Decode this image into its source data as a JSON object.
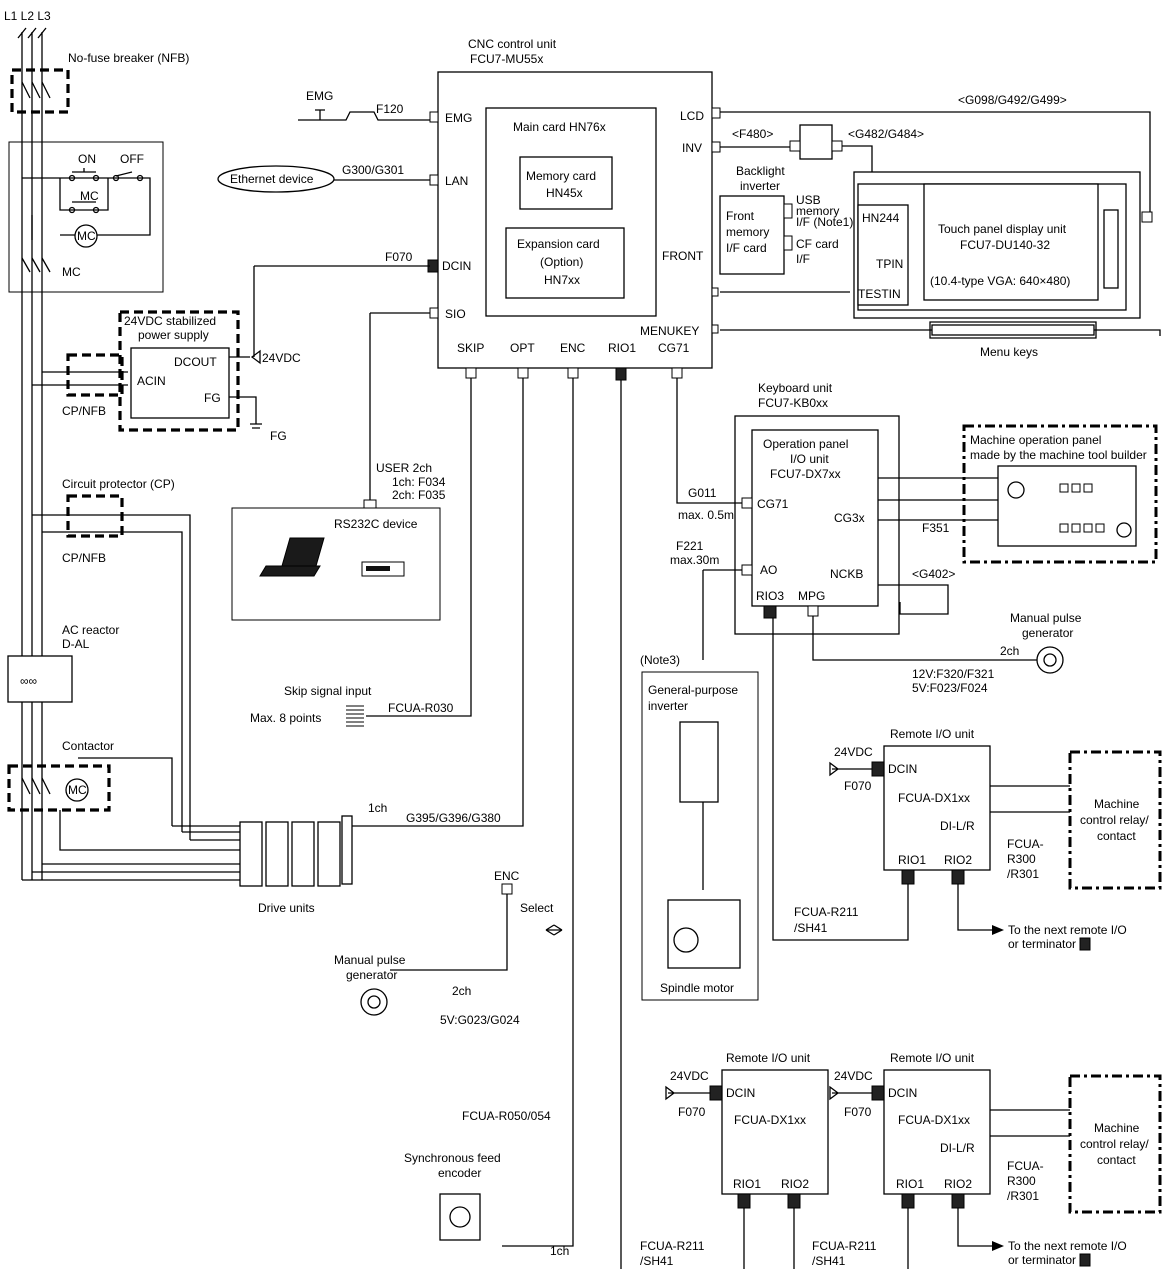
{
  "power": {
    "lines": "L1 L2 L3",
    "nfb": "No-fuse breaker (NFB)",
    "on": "ON",
    "off": "OFF",
    "mc": "MC",
    "mc_coil": "MC",
    "mc_contact": "MC",
    "psu_title1": "24VDC stabilized",
    "psu_title2": "power supply",
    "acin": "ACIN",
    "dcout": "DCOUT",
    "fg": "FG",
    "fg_ground": "FG",
    "vdc": "24VDC",
    "cpnfb1": "CP/NFB",
    "cp_title": "Circuit protector (CP)",
    "cpnfb2": "CP/NFB",
    "reactor1": "AC reactor",
    "reactor2": "D-AL",
    "contactor": "Contactor",
    "contactor_coil": "MC"
  },
  "cnc": {
    "title1": "CNC control unit",
    "title2": "FCU7-MU55x",
    "ports_left": [
      "EMG",
      "LAN",
      "DCIN",
      "SIO"
    ],
    "ports_right": [
      "LCD",
      "INV",
      "FRONT",
      "MENUKEY"
    ],
    "ports_bottom": [
      "SKIP",
      "OPT",
      "ENC",
      "RIO1",
      "CG71"
    ],
    "main_card": "Main card   HN76x",
    "mem1": "Memory card",
    "mem2": "HN45x",
    "exp1": "Expansion card",
    "exp2": "(Option)",
    "exp3": "HN7xx"
  },
  "left_devices": {
    "emg": "EMG",
    "f120": "F120",
    "ethernet": "Ethernet device",
    "g300": "G300/G301",
    "f070": "F070",
    "user": "USER   2ch",
    "user1": "1ch: F034",
    "user2": "2ch: F035",
    "rs232": "RS232C device"
  },
  "display": {
    "g098": "<G098/G492/G499>",
    "f480": "<F480>",
    "g482": "<G482/G484>",
    "backlight1": "Backlight",
    "backlight2": "inverter",
    "front1": "Front",
    "front2": "memory",
    "front3": "I/F card",
    "usb1": "USB",
    "usb2": "memory",
    "usb3": "I/F (Note1)",
    "cf1": "CF card",
    "cf2": "I/F",
    "hn244": "HN244",
    "tpin": "TPIN",
    "testin": "TESTIN",
    "touch1": "Touch panel display unit",
    "touch2": "FCU7-DU140-32",
    "touch3": "(10.4-type VGA: 640×480)",
    "menukeys": "Menu keys"
  },
  "keyboard": {
    "title1": "Keyboard unit",
    "title2": "FCU7-KB0xx",
    "op1": "Operation panel",
    "op2": "I/O unit",
    "op3": "FCU7-DX7xx",
    "cg71": "CG71",
    "cg3x": "CG3x",
    "ao": "AO",
    "nckb": "NCKB",
    "rio3": "RIO3",
    "mpg": "MPG",
    "g011": "G011",
    "g011b": "max. 0.5m",
    "f221": "F221",
    "f221b": "max.30m",
    "f351": "F351",
    "g402": "<G402>",
    "mop1": "Machine operation panel",
    "mop2": "made by the machine tool builder",
    "mpg1": "Manual pulse",
    "mpg2": "generator",
    "mpg_ch": "2ch",
    "mpg_c1": "12V:F320/F321",
    "mpg_c2": "5V:F023/F024"
  },
  "skip": {
    "title": "Skip signal input",
    "points": "Max. 8 points",
    "cable": "FCUA-R030"
  },
  "drives": {
    "ch": "1ch",
    "cable": "G395/G396/G380",
    "label": "Drive units"
  },
  "enc_area": {
    "enc": "ENC",
    "select": "Select",
    "mpg1": "Manual pulse",
    "mpg2": "generator",
    "ch": "2ch",
    "cable": "5V:G023/G024",
    "r050": "FCUA-R050/054",
    "sync1": "Synchronous feed",
    "sync2": "encoder",
    "sync_ch": "1ch"
  },
  "spindle": {
    "note": "(Note3)",
    "inv1": "General-purpose",
    "inv2": "inverter",
    "motor": "Spindle motor"
  },
  "rio_top": {
    "title": "Remote I/O unit",
    "vdc": "24VDC",
    "dcin": "DCIN",
    "f070": "F070",
    "model": "FCUA-DX1xx",
    "dilr": "DI-L/R",
    "rio1": "RIO1",
    "rio2": "RIO2",
    "c1": "FCUA-",
    "c2": "R300",
    "c3": "/R301",
    "mc1": "Machine",
    "mc2": "control relay/",
    "mc3": "contact",
    "r211a": "FCUA-R211",
    "r211b": "/SH41",
    "next1": "To the next remote I/O",
    "next2": "or terminator"
  },
  "rio_bottom": {
    "a_title": "Remote I/O unit",
    "a_vdc": "24VDC",
    "a_dcin": "DCIN",
    "a_f070": "F070",
    "a_model": "FCUA-DX1xx",
    "a_rio1": "RIO1",
    "a_rio2": "RIO2",
    "b_title": "Remote I/O unit",
    "b_vdc": "24VDC",
    "b_dcin": "DCIN",
    "b_f070": "F070",
    "b_model": "FCUA-DX1xx",
    "b_dilr": "DI-L/R",
    "b_rio1": "RIO1",
    "b_rio2": "RIO2",
    "c1": "FCUA-",
    "c2": "R300",
    "c3": "/R301",
    "mc1": "Machine",
    "mc2": "control relay/",
    "mc3": "contact",
    "r211a1": "FCUA-R211",
    "r211a2": "/SH41",
    "r211b1": "FCUA-R211",
    "r211b2": "/SH41",
    "next1": "To the next remote I/O",
    "next2": "or terminator"
  }
}
